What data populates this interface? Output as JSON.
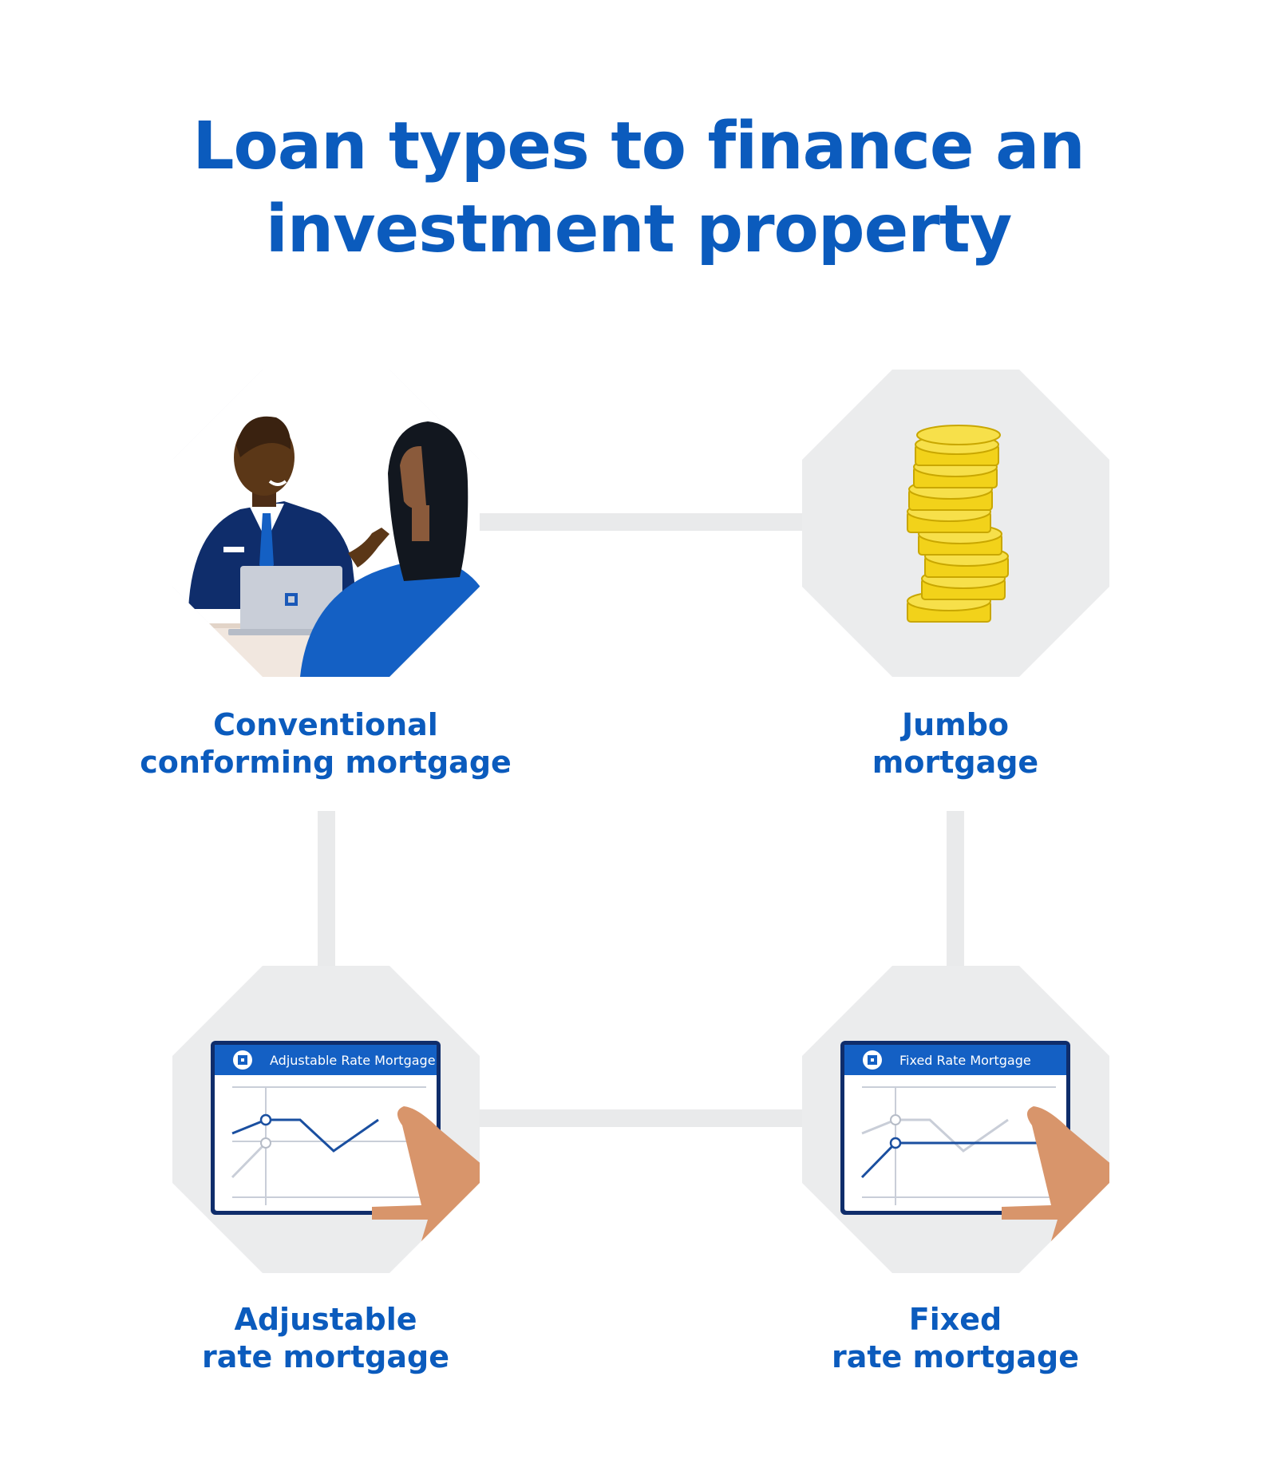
{
  "colors": {
    "accent": "#0b5bbd",
    "navy": "#0f2d6b",
    "octagon_bg": "#ebeced",
    "connector": "#e9eaeb",
    "coin": "#f2d21a",
    "skin_hand": "#d8956b"
  },
  "title": {
    "line1": "Loan types to finance an",
    "line2": "investment property"
  },
  "loan_types": [
    {
      "illustration": "banker-and-client",
      "label_line1": "Conventional",
      "label_line2": "conforming mortgage"
    },
    {
      "illustration": "coin-stack",
      "label_line1": "Jumbo",
      "label_line2": "mortgage"
    },
    {
      "illustration": "tablet-chart-adjustable",
      "screen_title": "Adjustable Rate Mortgage",
      "label_line1": "Adjustable",
      "label_line2": "rate mortgage"
    },
    {
      "illustration": "tablet-chart-fixed",
      "screen_title": "Fixed Rate Mortgage",
      "label_line1": "Fixed",
      "label_line2": "rate mortgage"
    }
  ]
}
